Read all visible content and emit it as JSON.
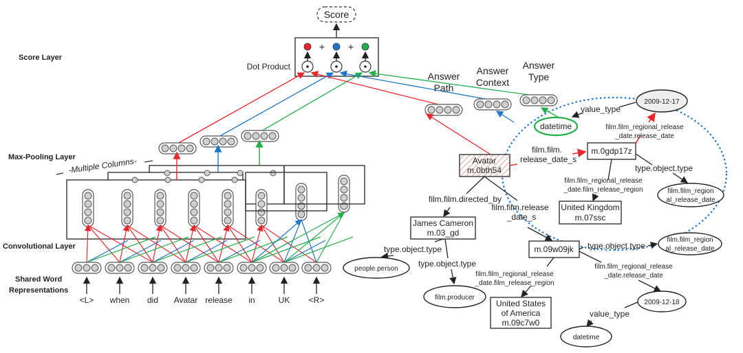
{
  "layers": {
    "score": "Score Layer",
    "max_pooling": "Max-Pooling Layer",
    "convolutional": "Convolutional Layer",
    "shared_word_1": "Shared Word",
    "shared_word_2": "Representations"
  },
  "score": {
    "label": "Score",
    "dot_product": "Dot Product",
    "plus": "+"
  },
  "multiple_columns": "-Multiple Columns-",
  "answer_aspects": [
    {
      "line1": "Answer",
      "line2": "Path",
      "color": "#e8262b"
    },
    {
      "line1": "Answer",
      "line2": "Context",
      "color": "#1f77c9"
    },
    {
      "line1": "Answer",
      "line2": "Type",
      "color": "#22b04b"
    }
  ],
  "colors": {
    "red": "#e8262b",
    "blue": "#1f77c9",
    "green": "#22b04b",
    "context_circle": "#1f77c9"
  },
  "words": [
    "<L>",
    "when",
    "did",
    "Avatar",
    "release",
    "in",
    "UK",
    "<R>"
  ],
  "kb": {
    "avatar": {
      "line1": "Avatar",
      "line2": "m.0bth54"
    },
    "james": {
      "line1": "James Cameron",
      "line2": "m.03_gd"
    },
    "uk": {
      "line1": "United Kingdom",
      "line2": "m.07ssc"
    },
    "usa": {
      "line1": "United States",
      "line2": "of America",
      "line3": "m.09c7w0"
    },
    "m_0gdp17z": "m.0gdp17z",
    "m_09w09jk": "m.09w09jk",
    "date_1217": "2009-12-17",
    "date_1218": "2009-12-18",
    "datetime_green": "datetime",
    "datetime_bottom": "datetime",
    "people_person": "people.person",
    "film_producer": "film.producer",
    "regional_1_a": "film.film_region",
    "regional_1_b": "al_release_date",
    "regional_2_a": "film.film_region",
    "regional_2_b": "al_release_date"
  },
  "edges": {
    "value_type_top": "value_type",
    "value_type_bottom": "value_type",
    "release_date_s_1": "film.film.",
    "release_date_s_2": "release_date_s",
    "reg_release_date_1": "film.film_regional_release",
    "reg_release_date_2": "_date.release_date",
    "reg_region_1": "film.film_regional_release",
    "reg_region_2": "_date.film_release_region",
    "type_object_type_1": "type.object.type",
    "directed_by": "film.film.directed_by",
    "release_date_s_b1": "film.film.release",
    "release_date_s_b2": "_date_s",
    "james_type_1": "type.object.type",
    "james_type_2": "type.object.type",
    "m09_type": "type.object.type",
    "m09_region_1": "film.film_regional_release",
    "m09_region_2": "_date.film_release_region",
    "m09_date_1": "film.film_regional_release",
    "m09_date_2": "_date.release_date"
  }
}
